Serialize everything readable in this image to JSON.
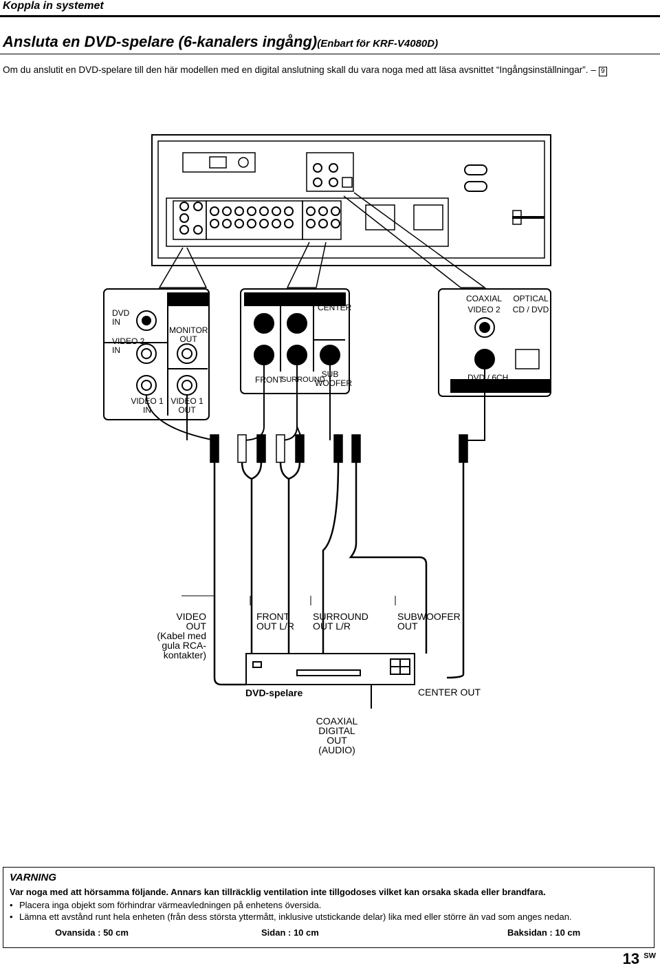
{
  "header": {
    "section": "Koppla in systemet"
  },
  "title": {
    "main": "Ansluta en DVD-spelare (6-kanalers ingång)",
    "sub": "(Enbart för KRF-V4080D)"
  },
  "intro": {
    "text": "Om du anslutit en DVD-spelare till den här modellen med en digital anslutning skall du vara noga med att läsa avsnittet “Ingångsinställningar”.",
    "page_ref": "9"
  },
  "diagram": {
    "left_panel": {
      "dvd_in": "DVD",
      "dvd_in2": "IN",
      "video2": "VIDEO 2",
      "video2_in": "IN",
      "monitor": "MONITOR",
      "monitor_out": "OUT",
      "video1_in": "VIDEO 1",
      "video1_in2": "IN",
      "video1_out": "VIDEO 1",
      "video1_out2": "OUT"
    },
    "mid_panel": {
      "center": "CENTER",
      "front": "FRONT",
      "surround": "SURROUND",
      "sub1": "SUB",
      "sub2": "WOOFER"
    },
    "right_panel": {
      "coaxial": "COAXIAL",
      "video2": "VIDEO 2",
      "optical": "OPTICAL",
      "cddvd": "CD / DVD",
      "dvd6ch": "DVD / 6CH"
    },
    "player": {
      "video_out": "VIDEO OUT",
      "video_out_note1": "(Kabel med",
      "video_out_note2": "gula RCA-",
      "video_out_note3": "kontakter)",
      "front_out1": "FRONT",
      "front_out2": "OUT L/R",
      "surround_out1": "SURROUND",
      "surround_out2": "OUT L/R",
      "sub_out1": "SUBWOOFER",
      "sub_out2": "OUT",
      "name": "DVD-spelare",
      "center_out": "CENTER OUT",
      "coax1": "COAXIAL",
      "coax2": "DIGITAL",
      "coax3": "OUT",
      "coax4": "(AUDIO)"
    }
  },
  "warning": {
    "title": "VARNING",
    "lead": "Var noga med att hörsamma följande. Annars kan tillräcklig ventilation inte tillgodoses vilket kan orsaka skada eller brandfara.",
    "bullets": [
      "Placera inga objekt som förhindrar värmeavledningen på enhetens översida.",
      "Lämna ett avstånd runt hela enheten (från dess största yttermått, inklusive utstickande delar) lika med eller större än vad som anges nedan."
    ],
    "clearances": {
      "top": "Ovansida : 50 cm",
      "side": "Sidan : 10 cm",
      "back": "Baksidan : 10 cm"
    }
  },
  "footer": {
    "page": "13",
    "lang": "SW"
  }
}
